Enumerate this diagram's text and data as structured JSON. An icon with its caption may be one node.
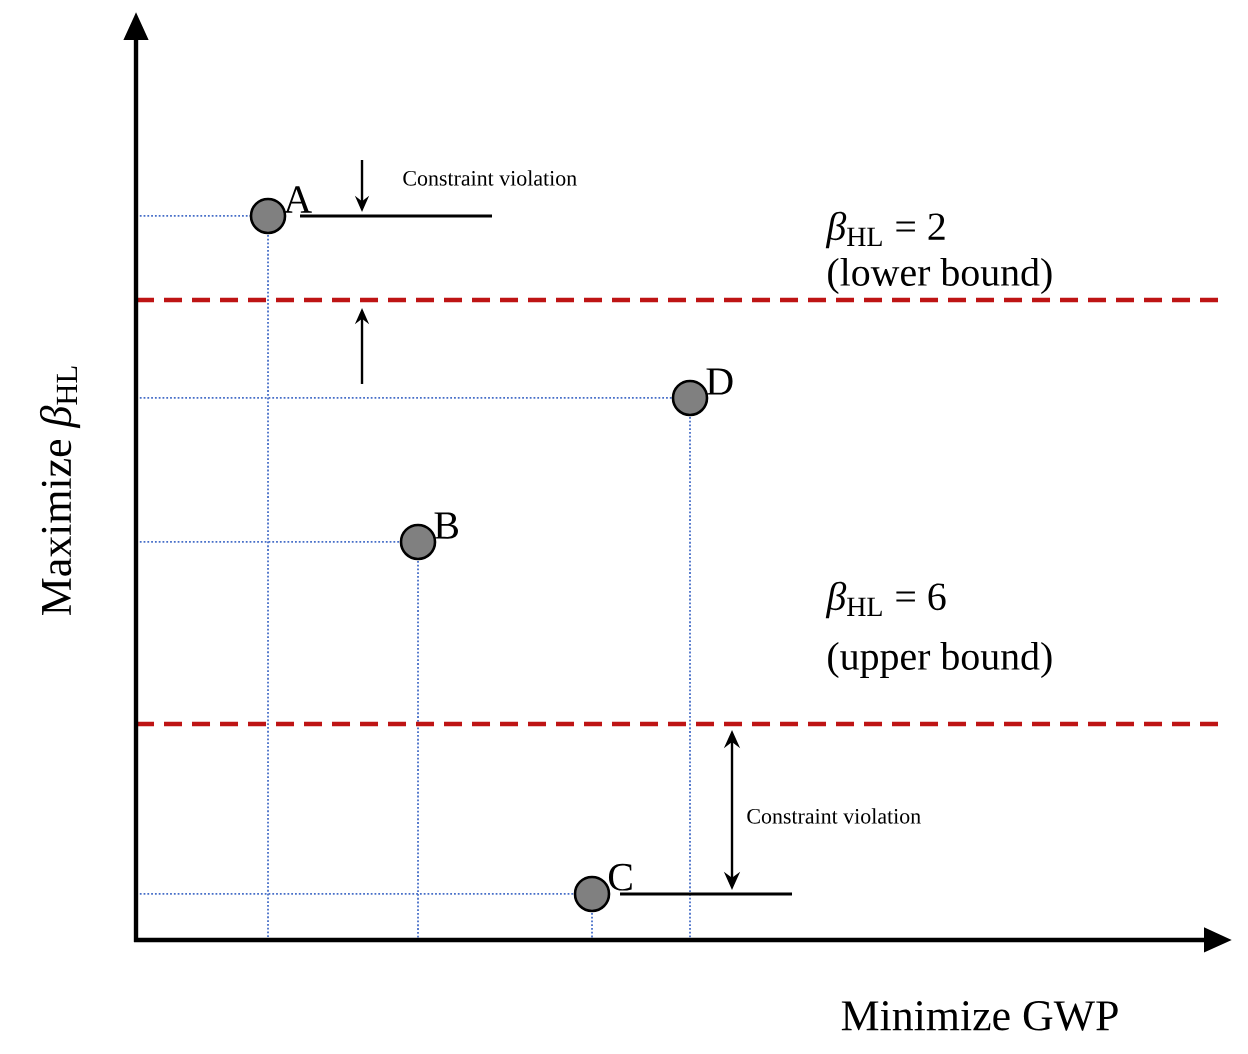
{
  "diagram": {
    "nodes": [
      {
        "text": [],
        "shape": "circle",
        "beside": [
          "A"
        ]
      },
      {
        "text": [],
        "shape": "circle",
        "beside": [
          "D"
        ]
      },
      {
        "text": [],
        "shape": "circle",
        "beside": [
          "B"
        ]
      },
      {
        "text": [],
        "shape": "circle",
        "beside": [
          "C"
        ]
      }
    ],
    "edges": [],
    "labels": [
      "Constraint violation",
      "*β*$_{HL}$ = 2",
      "(lower bound)",
      "*β*$_{HL}$ = 6",
      "(upper bound)",
      "Constraint violation",
      "Maximize *β*$_{HL}$",
      "Minimize GWP"
    ]
  }
}
